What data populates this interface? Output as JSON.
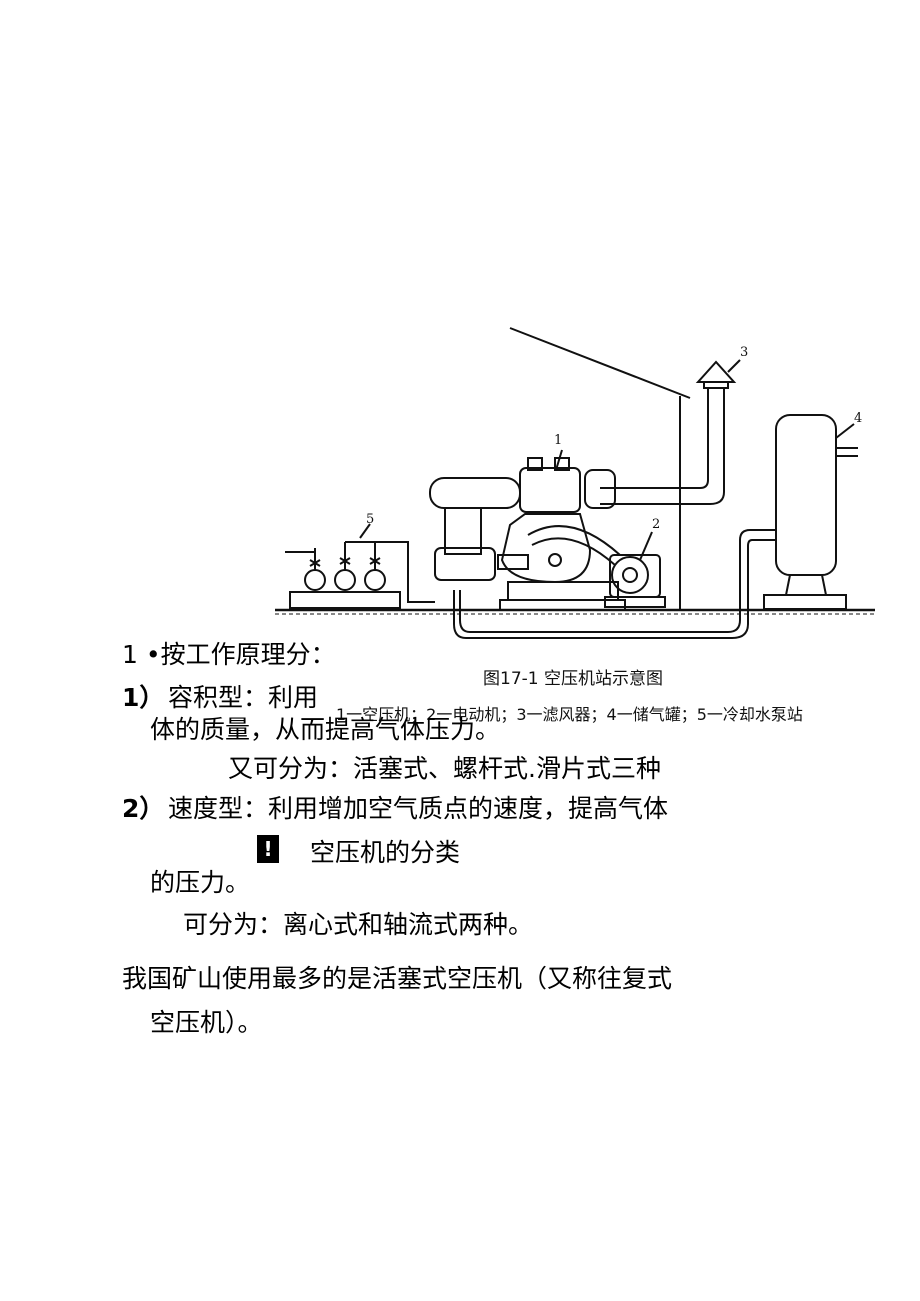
{
  "figure": {
    "part_labels": [
      "1",
      "2",
      "3",
      "4",
      "5"
    ],
    "caption": "图17-1 空压机站示意图",
    "legend": "1一空压机；2一电动机；3一滤风器；4一储气罐；5一冷却水泵站"
  },
  "content": {
    "heading": "1 •按工作原理分：",
    "item1_label": "1）",
    "item1_text": "容积型：利用",
    "item1_cont": "体的质量，从而提高气体压力。",
    "item1_sub": "又可分为：活塞式、螺杆式.滑片式三种",
    "item2_label": "2）",
    "item2_text": "速度型：利用增加空气质点的速度，提高气体",
    "mark_glyph": "!",
    "section_title": "空压机的分类",
    "item2_cont": "的压力。",
    "item2_sub": "可分为：离心式和轴流式两种。",
    "summary_line1": "我国矿山使用最多的是活塞式空压机（又称往复式",
    "summary_line2": "空压机）。"
  }
}
